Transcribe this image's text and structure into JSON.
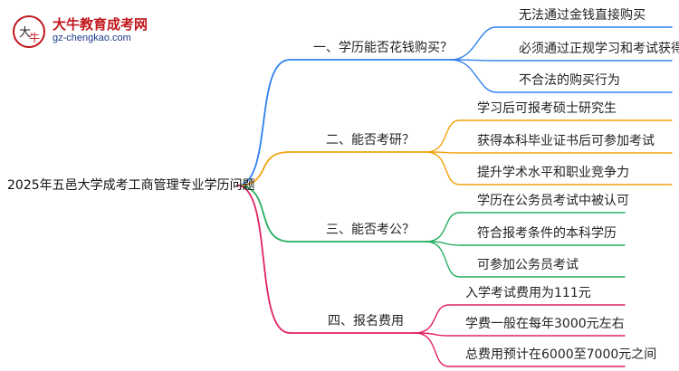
{
  "logo": {
    "name": "大牛教育成考网",
    "url": "gz-chengkao.com",
    "brand_color": "#c0161c",
    "url_color": "#1a3a8a"
  },
  "root": "2025年五邑大学成考工商管理专业学历问题",
  "branches": [
    {
      "label": "一、学历能否花钱购买？",
      "color": "#2f80ed",
      "children": [
        "无法通过金钱直接购买",
        "必须通过正规学习和考试获得",
        "不合法的购买行为"
      ]
    },
    {
      "label": "二、能否考研？",
      "color": "#f2a20c",
      "children": [
        "学习后可报考硕士研究生",
        "获得本科毕业证书后可参加考试",
        "提升学术水平和职业竞争力"
      ]
    },
    {
      "label": "三、能否考公？",
      "color": "#27ae60",
      "children": [
        "学历在公务员考试中被认可",
        "符合报考条件的本科学历",
        "可参加公务员考试"
      ]
    },
    {
      "label": "四、报名费用",
      "color": "#e0245e",
      "children": [
        "入学考试费用为111元",
        "学费一般在每年3000元左右",
        "总费用预计在6000至7000元之间"
      ]
    }
  ]
}
